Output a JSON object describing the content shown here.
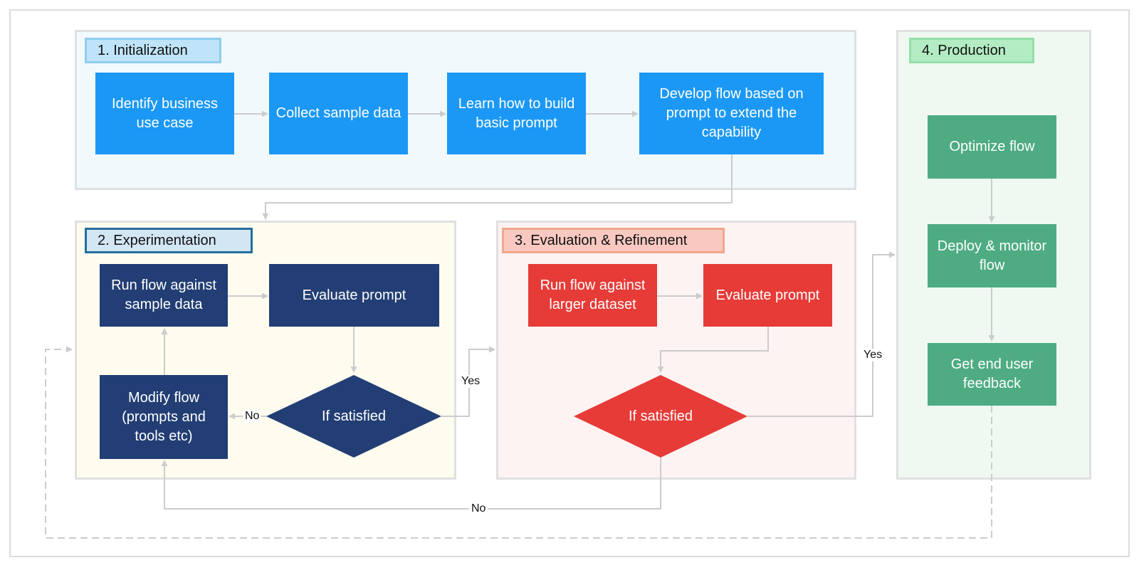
{
  "panels": {
    "initialization": {
      "title": "1. Initialization",
      "steps": [
        "Identify business use case",
        "Collect sample data",
        "Learn how to build basic prompt",
        "Develop flow based on prompt to extend the capability"
      ]
    },
    "experimentation": {
      "title": "2. Experimentation",
      "run": "Run flow against sample data",
      "evaluate": "Evaluate prompt",
      "decision": "If satisfied",
      "modify": "Modify flow (prompts and tools etc)"
    },
    "evaluation": {
      "title": "3. Evaluation & Refinement",
      "run": "Run flow against larger dataset",
      "evaluate": "Evaluate prompt",
      "decision": "If satisfied"
    },
    "production": {
      "title": "4. Production",
      "steps": [
        "Optimize flow",
        "Deploy & monitor flow",
        "Get end user feedback"
      ]
    }
  },
  "edges": {
    "exp_no": "No",
    "exp_yes": "Yes",
    "eval_no": "No",
    "eval_yes": "Yes"
  },
  "colors": {
    "initialization": "#1b98f5",
    "experimentation": "#223e74",
    "evaluation": "#e63b37",
    "production": "#4eab82",
    "connector": "#cccccc"
  }
}
